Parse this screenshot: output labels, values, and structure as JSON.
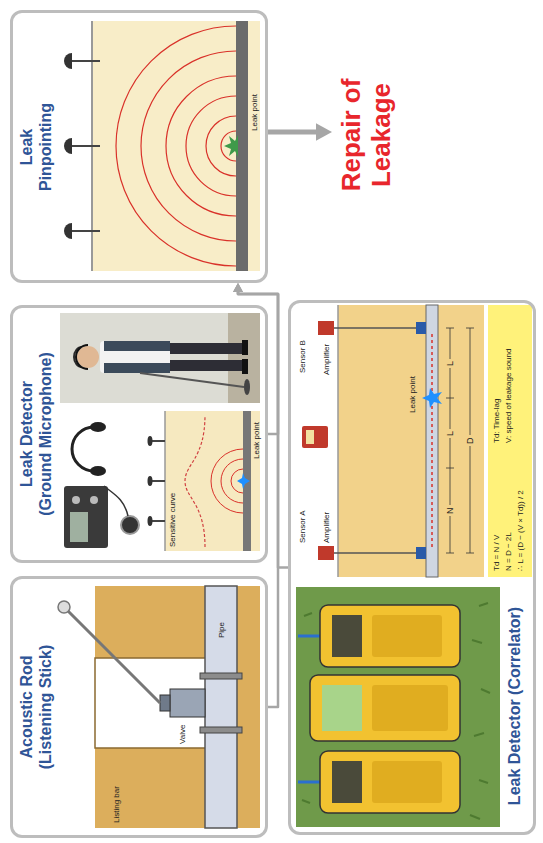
{
  "diagram": {
    "nodes": [
      {
        "text": [
          "Acoustic Rod (Listening Stick)"
        ]
      },
      {
        "text": [
          "Leak Detector (Ground Microphone)"
        ]
      },
      {
        "text": [
          "Leak Pinpointing"
        ]
      },
      {
        "text": [
          "Leak Detector (Correlator)"
        ]
      },
      {
        "text": [
          "Repair of Leakage"
        ]
      }
    ],
    "edges": [
      {
        "from": 0,
        "to": 2,
        "arrow": "to"
      },
      {
        "from": 1,
        "to": 2,
        "arrow": "to"
      },
      {
        "from": 3,
        "to": 2,
        "arrow": "to"
      },
      {
        "from": 2,
        "to": 4,
        "arrow": "to"
      }
    ],
    "labels": [
      "Listing bar",
      "Valve",
      "Pipe",
      "Sensitive curve",
      "Leak point",
      "Leak point",
      "Sensor A",
      "Amplifier",
      "Sensor B",
      "Amplifier",
      "Leak point",
      "N",
      "L",
      "L",
      "D",
      "Td = N / V",
      "Td: Time-lag",
      "N = D − 2L",
      "V: speed of leakage sound",
      "∴ L = (D − (V × Td)) / 2"
    ]
  }
}
